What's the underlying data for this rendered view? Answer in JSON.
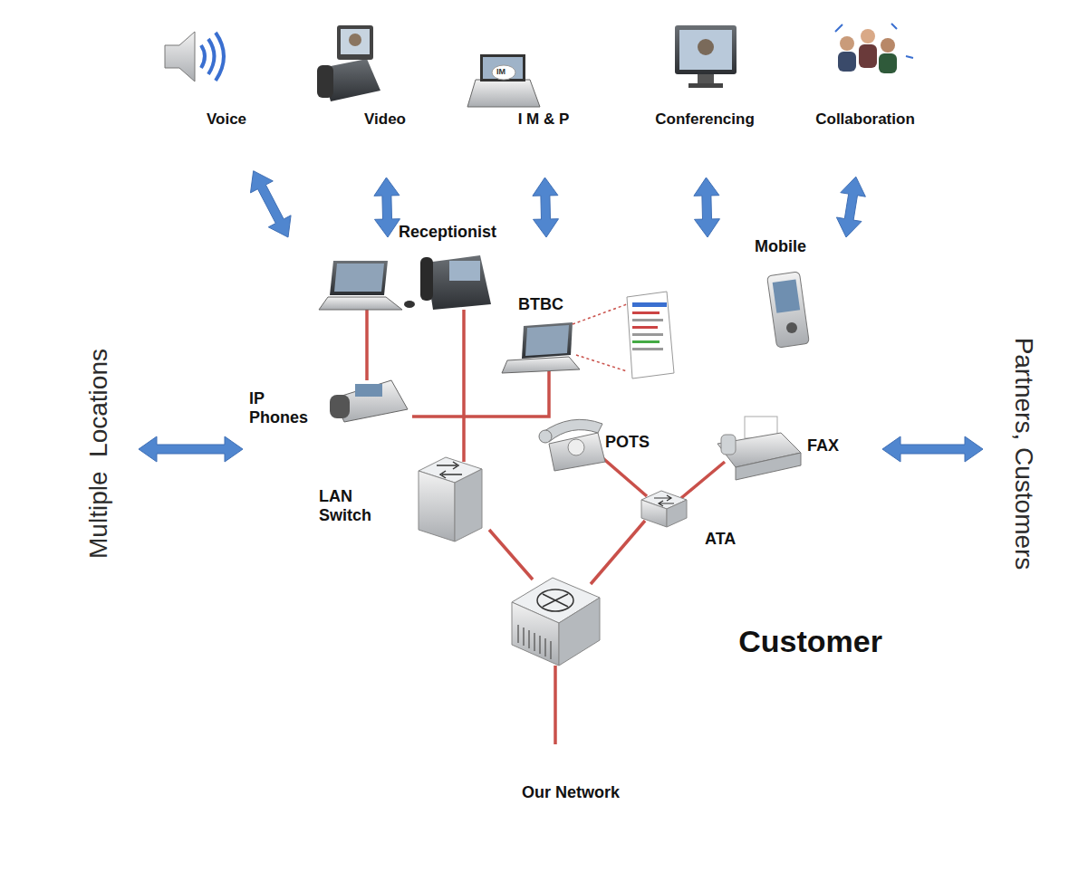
{
  "diagram": {
    "nodes": [
      {
        "text": [
          "Voice"
        ]
      },
      {
        "text": [
          "Video"
        ]
      },
      {
        "text": [
          "I M & P"
        ]
      },
      {
        "text": [
          "Conferencing"
        ]
      },
      {
        "text": [
          "Collaboration"
        ]
      },
      {
        "text": [
          "Multiple  Locations"
        ]
      },
      {
        "text": [
          "Customer"
        ]
      },
      {
        "text": [
          "Partners, Customers"
        ]
      },
      {
        "text": [
          "Our Network"
        ]
      }
    ],
    "edges": [
      {
        "from": 0,
        "to": 6,
        "arrow": "both"
      },
      {
        "from": 1,
        "to": 6,
        "arrow": "both"
      },
      {
        "from": 2,
        "to": 6,
        "arrow": "both"
      },
      {
        "from": 3,
        "to": 6,
        "arrow": "both"
      },
      {
        "from": 4,
        "to": 6,
        "arrow": "both"
      },
      {
        "from": 5,
        "to": 6,
        "arrow": "both"
      },
      {
        "from": 6,
        "to": 7,
        "arrow": "both"
      },
      {
        "from": 6,
        "to": 8,
        "arrow": "none"
      }
    ],
    "labels": [
      "IM",
      "Receptionist",
      "BTBC",
      "Mobile",
      "IP Phones",
      "LAN Switch",
      "POTS",
      "FAX",
      "ATA"
    ]
  }
}
